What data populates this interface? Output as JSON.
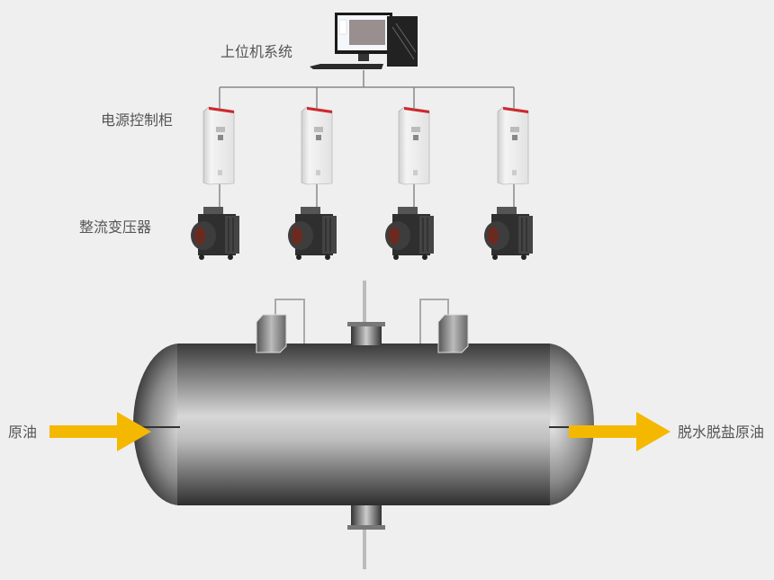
{
  "labels": {
    "host_system": "上位机系统",
    "power_cabinet": "电源控制柜",
    "rectifier_transformer": "整流变压器",
    "crude_oil_in": "原油",
    "crude_oil_out": "脱水脱盐原油"
  },
  "colors": {
    "background": "#efefef",
    "arrow": "#f5b800",
    "cabinet_top": "#d0262b",
    "wire": "#888888"
  }
}
